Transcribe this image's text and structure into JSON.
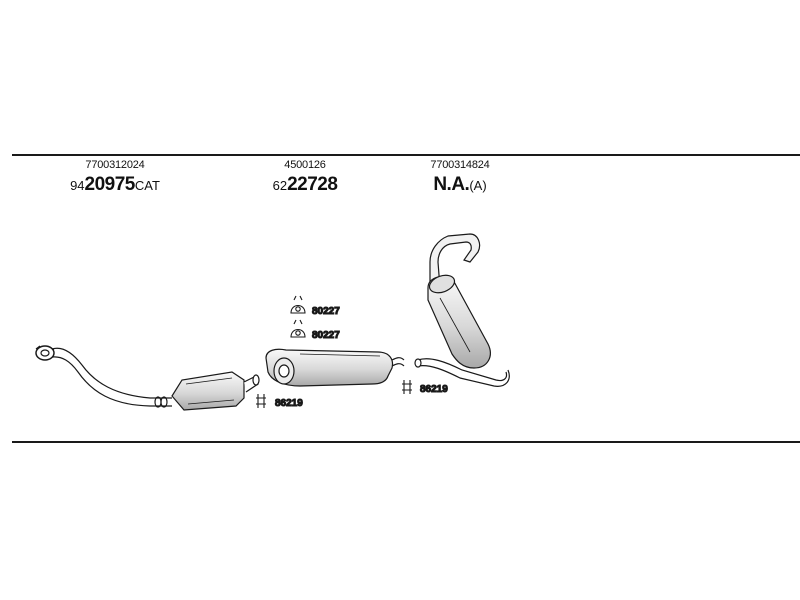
{
  "parts": [
    {
      "part_number": "7700312024",
      "code_prefix": "94",
      "code_main": "20975",
      "code_suffix": "CAT"
    },
    {
      "part_number": "4500126",
      "code_prefix": "62",
      "code_main": "22728",
      "code_suffix": ""
    },
    {
      "part_number": "7700314824",
      "code_prefix": "",
      "code_main": "N.A.",
      "code_suffix": "(A)"
    }
  ],
  "fittings": {
    "hanger_1": "80227",
    "hanger_2": "80227",
    "clamp_front": "86219",
    "clamp_rear": "86219"
  },
  "colors": {
    "line": "#1a1a1a",
    "part_fill": "#e6e6e6",
    "part_shade": "#bcbcbc"
  }
}
